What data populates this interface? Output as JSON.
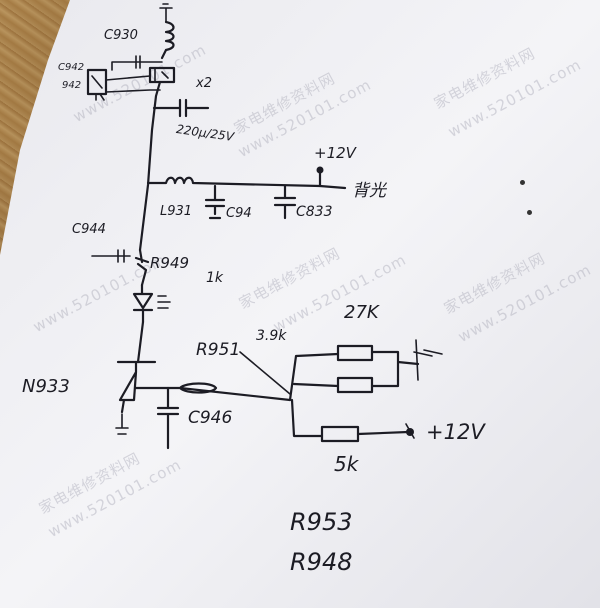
{
  "labels": {
    "c930": "C930",
    "c942_top": "C942",
    "c942_bottom": "942",
    "x2": "x2",
    "cap_rating": "220µ/25V",
    "plus12v_top": "+12V",
    "backlight": "背光",
    "l931": "L931",
    "c94x": "C94",
    "c833": "C833",
    "c944": "C944",
    "r949": "R949",
    "r949_value": "1k",
    "r951": "R951",
    "r951_value": "3.9k",
    "r27k": "27K",
    "n933": "N933",
    "c946": "C946",
    "plus12v_bottom": "+12V",
    "r5k": "5k",
    "r953": "R953",
    "r948": "R948"
  },
  "watermarks": [
    "家电维修资料网",
    "www.520101.com"
  ]
}
